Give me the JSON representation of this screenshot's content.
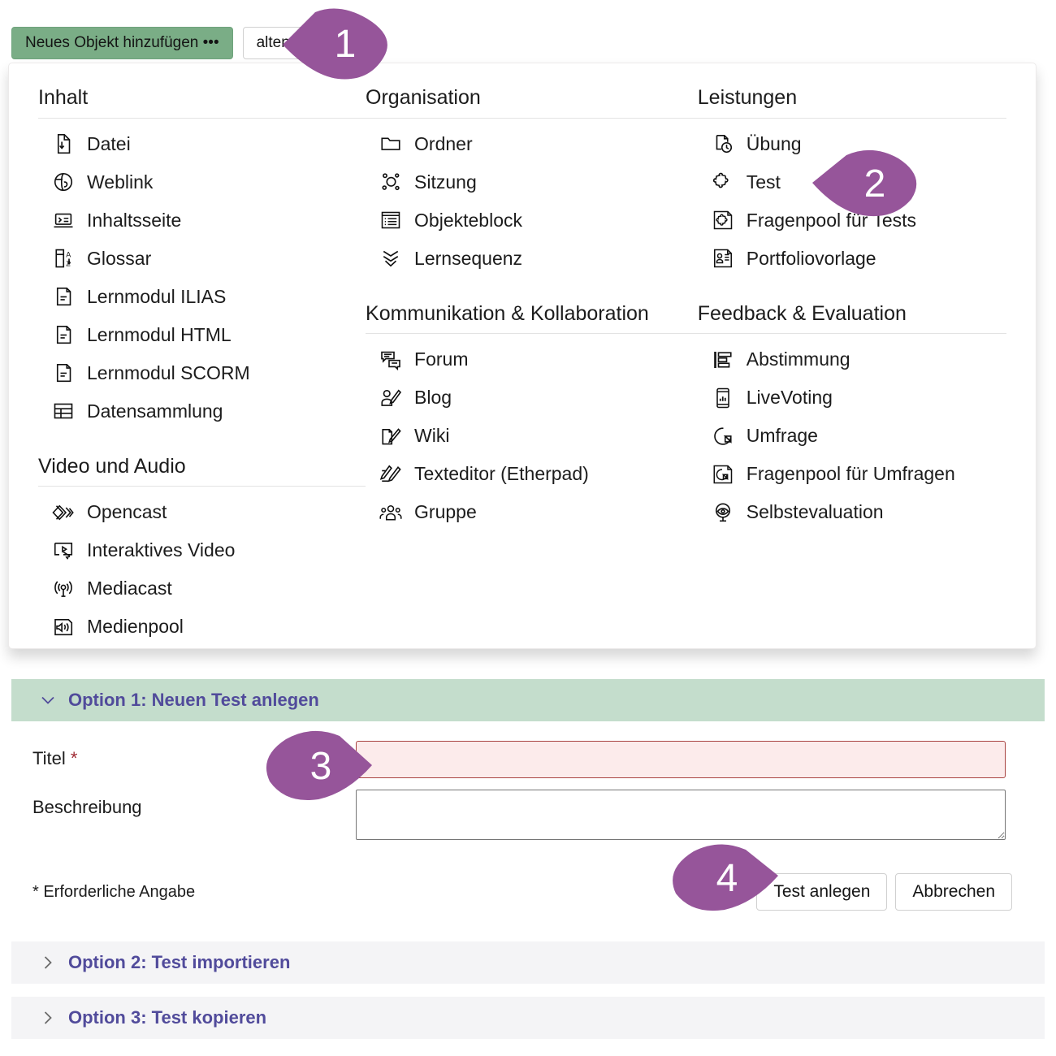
{
  "toolbar": {
    "add_object_label": "Neues Objekt hinzufügen •••",
    "secondary_button_label": "alten"
  },
  "colors": {
    "green_button": "#7aad86",
    "marker_purple": "#96559a",
    "accordion_open_band": "#c4ddcc",
    "accordion_closed_band": "#f4f4f6",
    "accordion_text": "#514b9b",
    "required_red": "#a02c35",
    "invalid_field_bg": "#fcebeb",
    "invalid_field_border": "#a94442"
  },
  "dropdown": {
    "columns": [
      {
        "groups": [
          {
            "title": "Inhalt",
            "items": [
              {
                "label": "Datei",
                "icon": "file-download-icon"
              },
              {
                "label": "Weblink",
                "icon": "globe-icon"
              },
              {
                "label": "Inhaltsseite",
                "icon": "content-page-icon"
              },
              {
                "label": "Glossar",
                "icon": "glossary-az-icon"
              },
              {
                "label": "Lernmodul ILIAS",
                "icon": "learning-module-icon"
              },
              {
                "label": "Lernmodul HTML",
                "icon": "learning-module-icon"
              },
              {
                "label": "Lernmodul SCORM",
                "icon": "learning-module-icon"
              },
              {
                "label": "Datensammlung",
                "icon": "table-grid-icon"
              }
            ]
          },
          {
            "title": "Video und Audio",
            "items": [
              {
                "label": "Opencast",
                "icon": "opencast-diamond-icon"
              },
              {
                "label": "Interaktives Video",
                "icon": "interactive-video-icon"
              },
              {
                "label": "Mediacast",
                "icon": "broadcast-antenna-icon"
              },
              {
                "label": "Medienpool",
                "icon": "speaker-sound-icon"
              }
            ]
          }
        ]
      },
      {
        "groups": [
          {
            "title": "Organisation",
            "items": [
              {
                "label": "Ordner",
                "icon": "folder-icon"
              },
              {
                "label": "Sitzung",
                "icon": "session-nodes-icon"
              },
              {
                "label": "Objekteblock",
                "icon": "object-block-list-icon"
              },
              {
                "label": "Lernsequenz",
                "icon": "learning-sequence-chevron-icon"
              }
            ]
          },
          {
            "title": "Kommunikation & Kollaboration",
            "items": [
              {
                "label": "Forum",
                "icon": "forum-chat-icon"
              },
              {
                "label": "Blog",
                "icon": "blog-person-pen-icon"
              },
              {
                "label": "Wiki",
                "icon": "wiki-page-pen-icon"
              },
              {
                "label": "Texteditor (Etherpad)",
                "icon": "etherpad-pen-icon"
              },
              {
                "label": "Gruppe",
                "icon": "group-people-icon"
              }
            ]
          }
        ]
      },
      {
        "groups": [
          {
            "title": "Leistungen",
            "items": [
              {
                "label": "Übung",
                "icon": "exercise-clock-icon"
              },
              {
                "label": "Test",
                "icon": "test-puzzle-icon"
              },
              {
                "label": "Fragenpool für Tests",
                "icon": "question-pool-test-icon"
              },
              {
                "label": "Portfoliovorlage",
                "icon": "portfolio-template-icon"
              }
            ]
          },
          {
            "title": "Feedback & Evaluation",
            "items": [
              {
                "label": "Abstimmung",
                "icon": "poll-bars-icon"
              },
              {
                "label": "LiveVoting",
                "icon": "livevoting-phone-icon"
              },
              {
                "label": "Umfrage",
                "icon": "survey-pie-icon"
              },
              {
                "label": "Fragenpool für Umfragen",
                "icon": "question-pool-survey-icon"
              },
              {
                "label": "Selbstevaluation",
                "icon": "self-evaluation-eye-icon"
              }
            ]
          }
        ]
      }
    ]
  },
  "accordion": {
    "option1": {
      "title": "Option 1: Neuen Test anlegen",
      "chevron": "chevron-down-icon",
      "fields": {
        "title_label": "Titel",
        "title_required_mark": "*",
        "title_value": "",
        "title_placeholder": "",
        "description_label": "Beschreibung",
        "description_value": "",
        "description_placeholder": ""
      },
      "required_note": "* Erforderliche Angabe",
      "submit_label": "Test anlegen",
      "cancel_label": "Abbrechen"
    },
    "option2": {
      "title": "Option 2: Test importieren",
      "chevron": "chevron-right-icon"
    },
    "option3": {
      "title": "Option 3: Test kopieren",
      "chevron": "chevron-right-icon"
    }
  },
  "markers": [
    {
      "number": "1"
    },
    {
      "number": "2"
    },
    {
      "number": "3"
    },
    {
      "number": "4"
    }
  ]
}
